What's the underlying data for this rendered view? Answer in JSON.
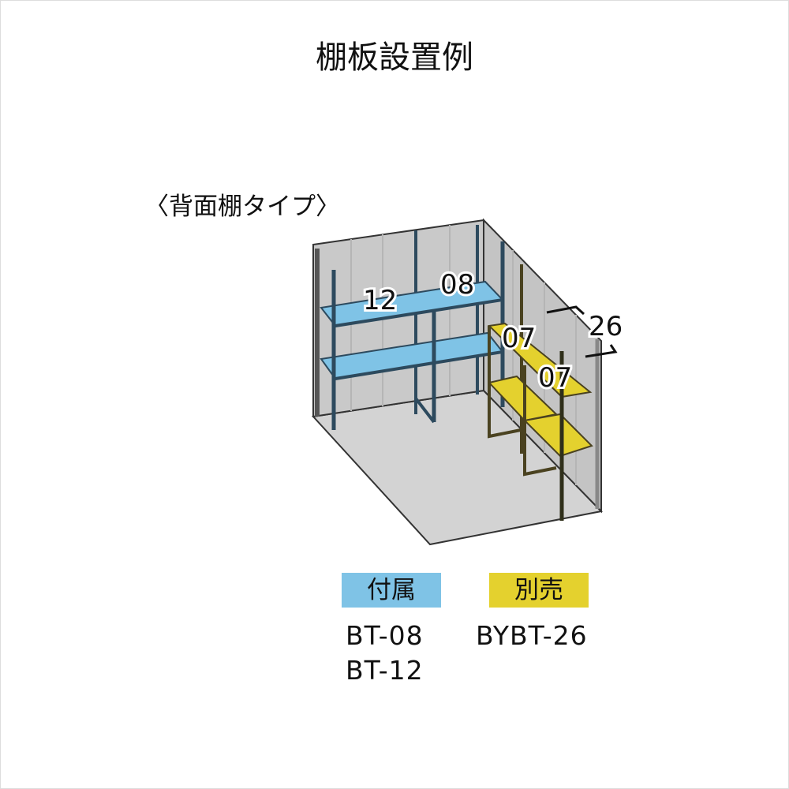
{
  "title": "棚板設置例",
  "subtitle": "〈背面棚タイプ〉",
  "diagram": {
    "shelf_labels": [
      "12",
      "08",
      "07",
      "07",
      "26"
    ],
    "colors": {
      "included": "#7fc3e6",
      "optional": "#e4d12e",
      "wall": "#c8c8c8",
      "floor": "#d3d3d3",
      "post_blue": "#2d4a5e",
      "post_olive": "#4a4220"
    }
  },
  "legend": {
    "included": {
      "label": "付属",
      "codes": [
        "BT-08",
        "BT-12"
      ]
    },
    "optional": {
      "label": "別売",
      "codes": [
        "BYBT-26"
      ]
    }
  }
}
